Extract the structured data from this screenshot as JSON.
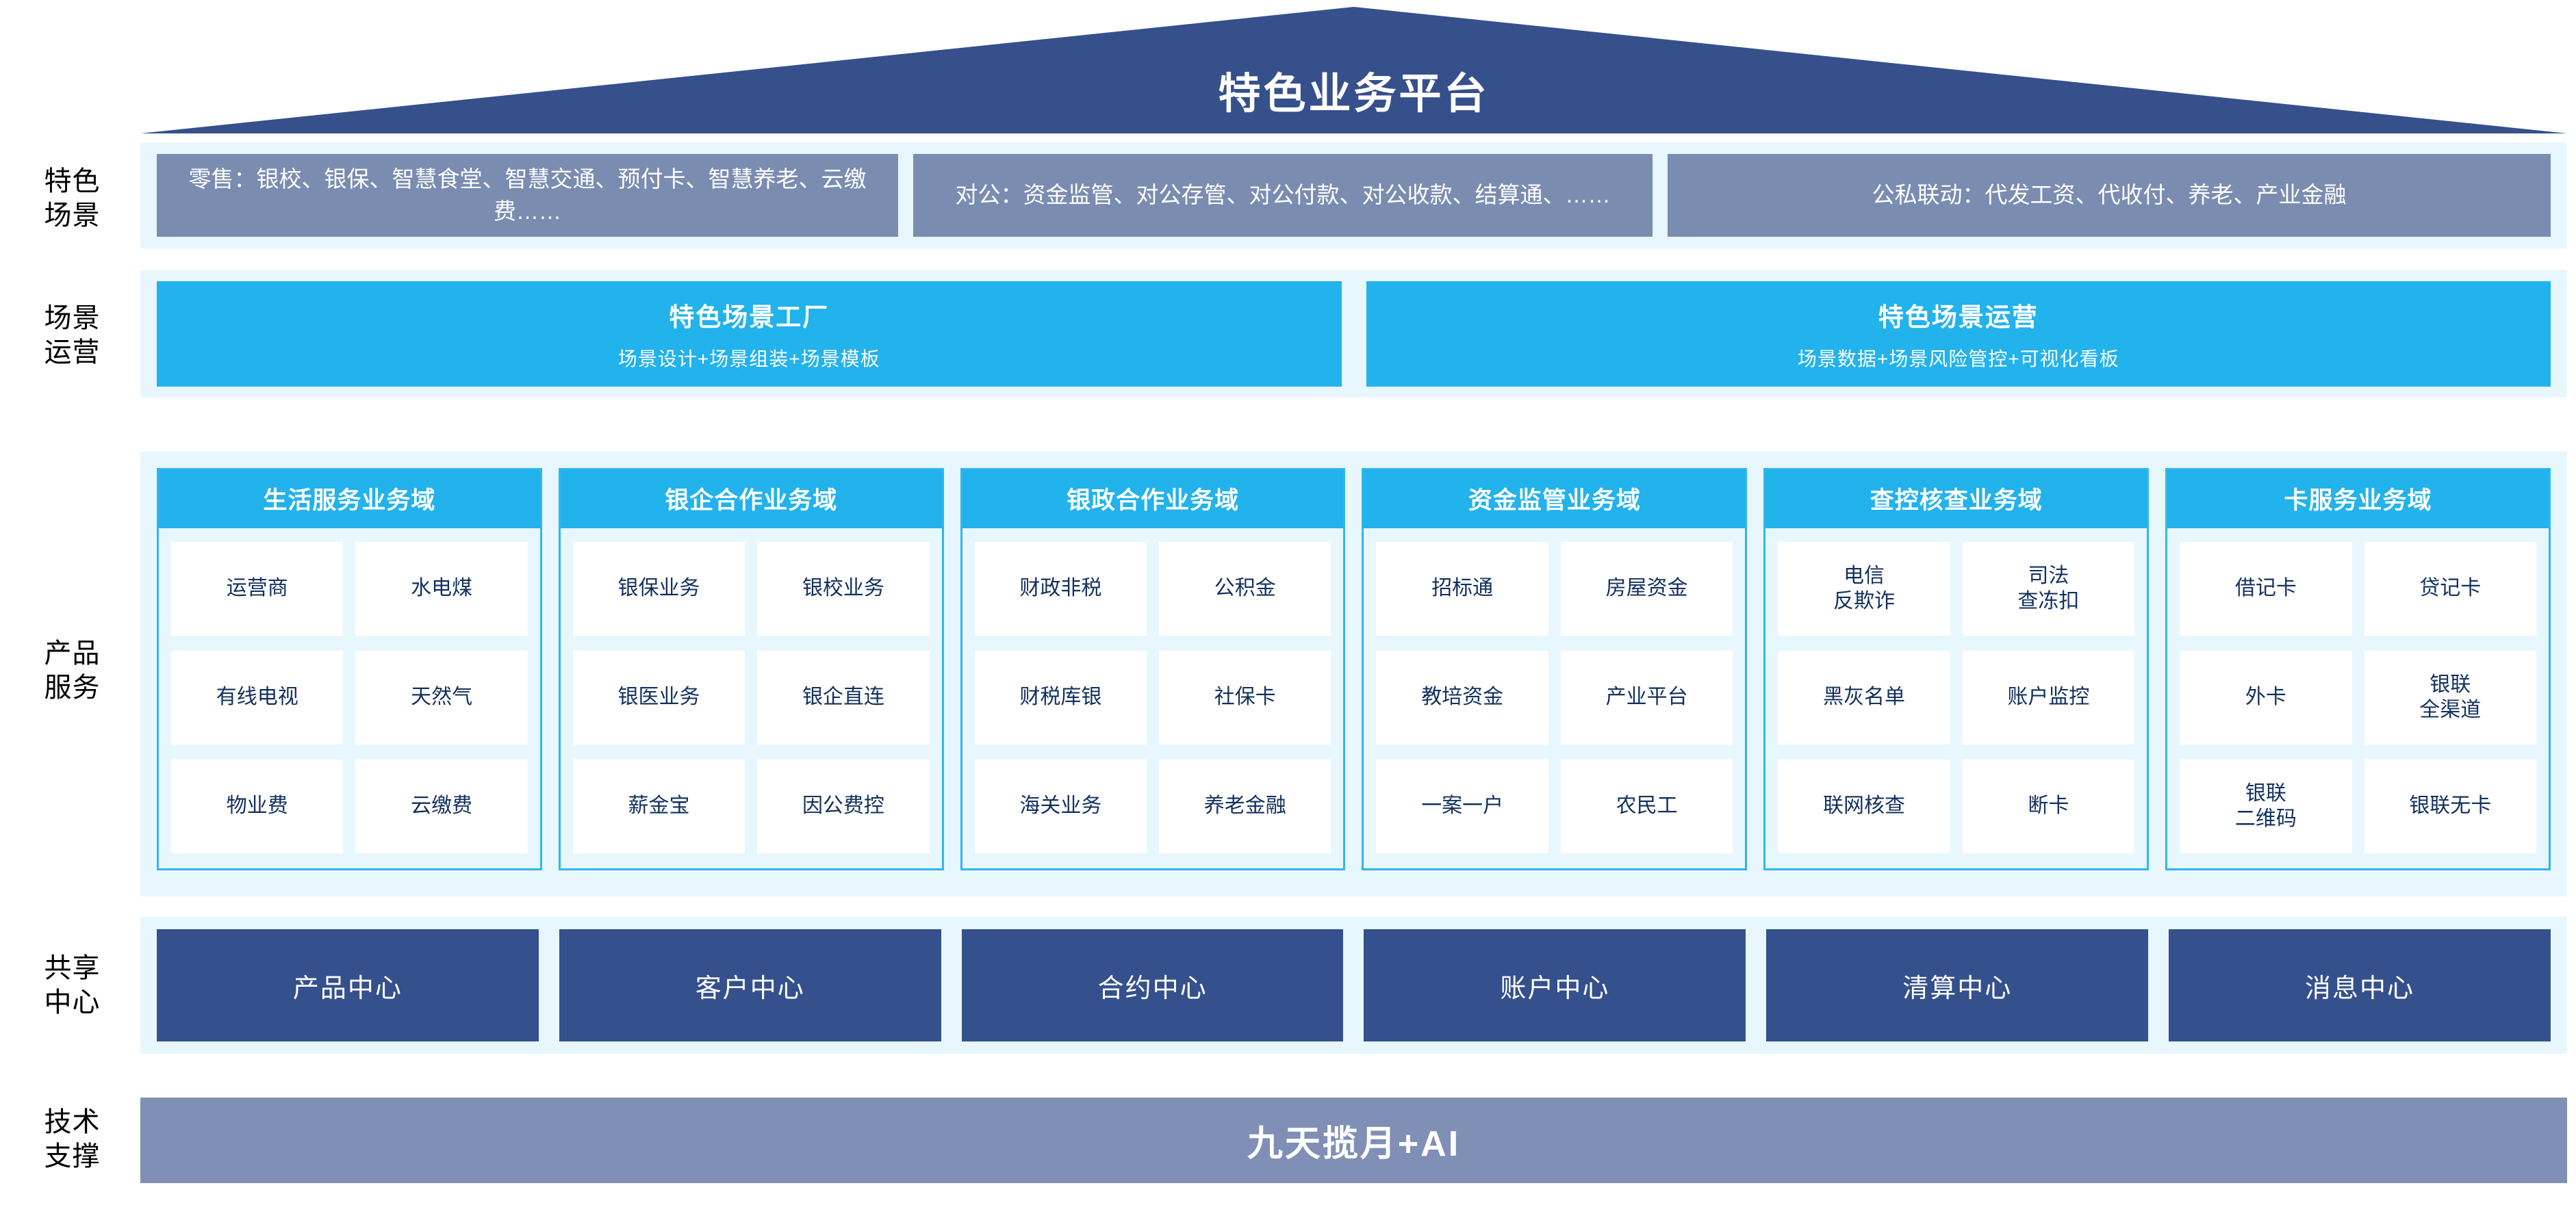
{
  "header": {
    "title": "特色业务平台"
  },
  "row_labels": {
    "scenarios": "特色\n场景",
    "operations": "场景\n运营",
    "products": "产品\n服务",
    "centers": "共享\n中心",
    "technical": "技术\n支撑"
  },
  "scenarios": [
    {
      "name": "retail-scenario",
      "text": "零售：银校、银保、智慧食堂、智慧交通、预付卡、智慧养老、云缴费……"
    },
    {
      "name": "corporate-scenario",
      "text": "对公：资金监管、对公存管、对公付款、对公收款、结算通、……"
    },
    {
      "name": "linkage-scenario",
      "text": "公私联动：代发工资、代收付、养老、产业金融"
    }
  ],
  "operations": [
    {
      "title": "特色场景工厂",
      "subtitle": "场景设计+场景组装+场景模板"
    },
    {
      "title": "特色场景运营",
      "subtitle": "场景数据+场景风险管控+可视化看板"
    }
  ],
  "domains": [
    {
      "title": "生活服务业务域",
      "items": [
        "运营商",
        "水电煤",
        "有线电视",
        "天然气",
        "物业费",
        "云缴费"
      ]
    },
    {
      "title": "银企合作业务域",
      "items": [
        "银保业务",
        "银校业务",
        "银医业务",
        "银企直连",
        "薪金宝",
        "因公费控"
      ]
    },
    {
      "title": "银政合作业务域",
      "items": [
        "财政非税",
        "公积金",
        "财税库银",
        "社保卡",
        "海关业务",
        "养老金融"
      ]
    },
    {
      "title": "资金监管业务域",
      "items": [
        "招标通",
        "房屋资金",
        "教培资金",
        "产业平台",
        "一案一户",
        "农民工"
      ]
    },
    {
      "title": "查控核查业务域",
      "items": [
        "电信\n反欺诈",
        "司法\n查冻扣",
        "黑灰名单",
        "账户监控",
        "联网核查",
        "断卡"
      ]
    },
    {
      "title": "卡服务业务域",
      "items": [
        "借记卡",
        "贷记卡",
        "外卡",
        "银联\n全渠道",
        "银联\n二维码",
        "银联无卡"
      ]
    }
  ],
  "shared_centers": [
    "产品中心",
    "客户中心",
    "合约中心",
    "账户中心",
    "清算中心",
    "消息中心"
  ],
  "technical_support": {
    "label": "九天揽月+AI"
  },
  "colors": {
    "roof_navy": "#36508c",
    "scenario_slate": "#7a8cb0",
    "cyan": "#22b2ec",
    "pale_blue": "#e8f7fd",
    "center_navy": "#34508d",
    "tech_slate": "#7f8fb5",
    "cell_text": "#12305e"
  }
}
